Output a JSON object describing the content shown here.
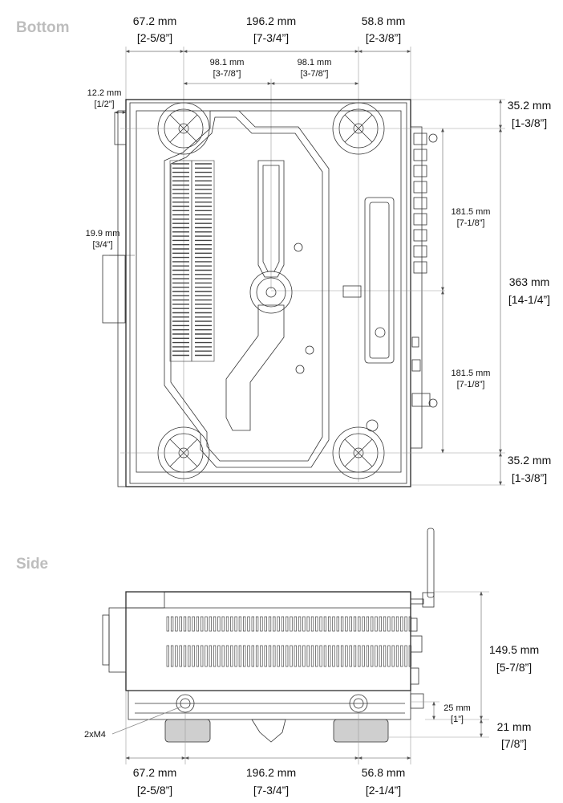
{
  "views": {
    "bottom": {
      "title": "Bottom",
      "top_dims": [
        {
          "mm": "67.2 mm",
          "inch": "[2-5/8”]"
        },
        {
          "mm": "196.2 mm",
          "inch": "[7-3/4”]"
        },
        {
          "mm": "58.8 mm",
          "inch": "[2-3/8”]"
        }
      ],
      "half_dims": [
        {
          "mm": "98.1 mm",
          "inch": "[3-7/8”]"
        },
        {
          "mm": "98.1 mm",
          "inch": "[3-7/8”]"
        }
      ],
      "left_dims": [
        {
          "mm": "12.2 mm",
          "inch": "[1/2”]"
        },
        {
          "mm": "19.9 mm",
          "inch": "[3/4”]"
        }
      ],
      "right_dims": [
        {
          "mm": "35.2 mm",
          "inch": "[1-3/8”]"
        },
        {
          "mm": "363 mm",
          "inch": "[14-1/4”]"
        },
        {
          "mm": "35.2 mm",
          "inch": "[1-3/8”]"
        }
      ],
      "inner_dims": [
        {
          "mm": "181.5 mm",
          "inch": "[7-1/8”]"
        },
        {
          "mm": "181.5 mm",
          "inch": "[7-1/8”]"
        }
      ]
    },
    "side": {
      "title": "Side",
      "bottom_dims": [
        {
          "mm": "67.2 mm",
          "inch": "[2-5/8”]"
        },
        {
          "mm": "196.2 mm",
          "inch": "[7-3/4”]"
        },
        {
          "mm": "56.8 mm",
          "inch": "[2-1/4”]"
        }
      ],
      "right_dims": [
        {
          "mm": "149.5 mm",
          "inch": "[5-7/8”]"
        },
        {
          "mm": "25 mm",
          "inch": "[1”]"
        },
        {
          "mm": "21 mm",
          "inch": "[7/8”]"
        }
      ],
      "callout": "2xM4"
    }
  },
  "colors": {
    "title": "#bdbdbd",
    "line": "#222222",
    "dimension": "#8a8a8a"
  }
}
